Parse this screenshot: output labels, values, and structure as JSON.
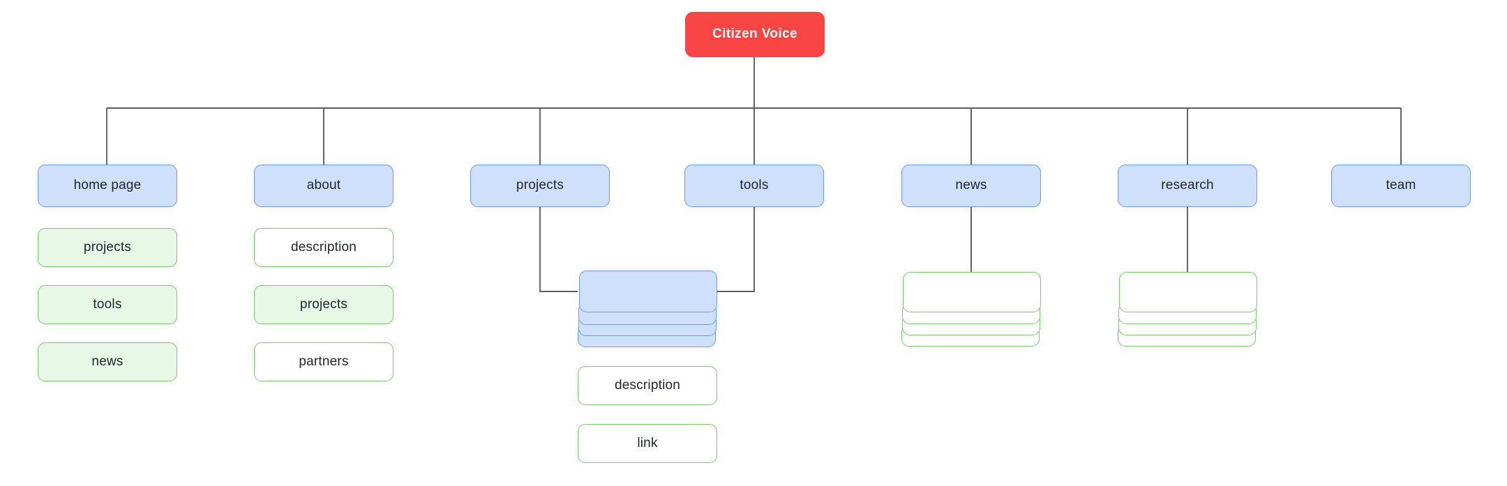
{
  "diagram": {
    "type": "sitemap-tree",
    "title_node": "Citizen Voice",
    "colors": {
      "root_fill": "#fa4545",
      "root_text": "#ffffff",
      "blue_fill": "#cfe0fc",
      "blue_border": "#6b9bec",
      "green_fill": "#e8f8e6",
      "green_border": "#7cc672",
      "white_fill": "#ffffff",
      "edge": "#5e5e5e",
      "text": "#20262e",
      "background": "#ffffff"
    },
    "root": {
      "label": "Citizen Voice"
    },
    "level1": [
      {
        "label": "home page"
      },
      {
        "label": "about"
      },
      {
        "label": "projects"
      },
      {
        "label": "tools"
      },
      {
        "label": "news"
      },
      {
        "label": "research"
      },
      {
        "label": "team"
      }
    ],
    "home_page_children": [
      {
        "label": "projects",
        "style": "green-fill"
      },
      {
        "label": "tools",
        "style": "green-fill"
      },
      {
        "label": "news",
        "style": "green-fill"
      }
    ],
    "about_children": [
      {
        "label": "description",
        "style": "green-outline"
      },
      {
        "label": "projects",
        "style": "green-fill"
      },
      {
        "label": "partners",
        "style": "green-outline"
      }
    ],
    "projects_tools_stack": {
      "style": "blue-stack",
      "layers": 4,
      "label": ""
    },
    "projects_children": [
      {
        "label": "description",
        "style": "green-outline"
      },
      {
        "label": "link",
        "style": "green-outline"
      }
    ],
    "news_stack": {
      "style": "green-stack",
      "layers": 4,
      "label": ""
    },
    "research_stack": {
      "style": "green-stack",
      "layers": 4,
      "label": ""
    }
  }
}
